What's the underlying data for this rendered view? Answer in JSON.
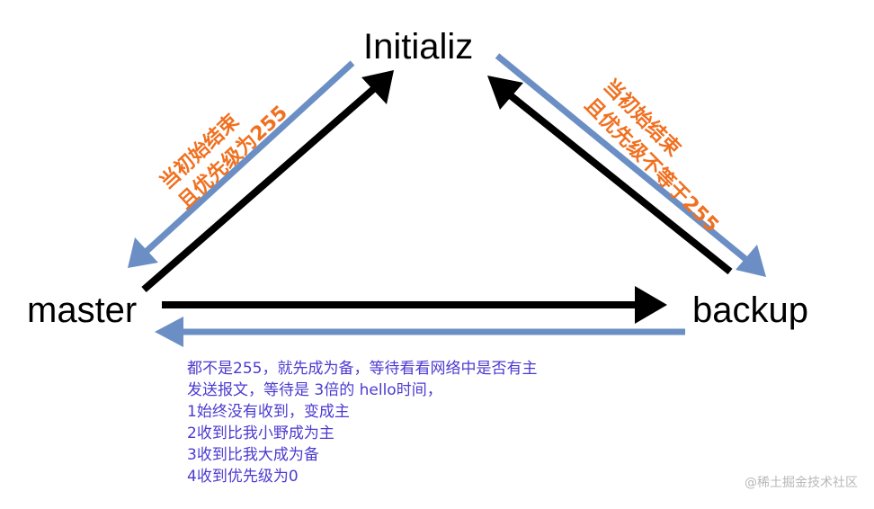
{
  "nodes": {
    "initializ": "Initializ",
    "master": "master",
    "backup": "backup"
  },
  "edge_labels": {
    "initializ_to_master": [
      "当初始结束",
      "且优先级为255"
    ],
    "initializ_to_backup": [
      "当初始结束",
      "且优先级不等于255"
    ]
  },
  "note": [
    "都不是255，就先成为备，等待看看网络中是否有主",
    "发送报文，等待是 3倍的 hello时间，",
    "1始终没有收到，变成主",
    "2收到比我小野成为主",
    "3收到比我大成为备",
    "4收到优先级为0"
  ],
  "watermark": "@稀土掘金技术社区",
  "colors": {
    "node_text": "#000000",
    "black_arrow": "#000000",
    "blue_arrow": "#6b8fc4",
    "edge_label": "#f07020",
    "note_text": "#4b3bd0"
  }
}
